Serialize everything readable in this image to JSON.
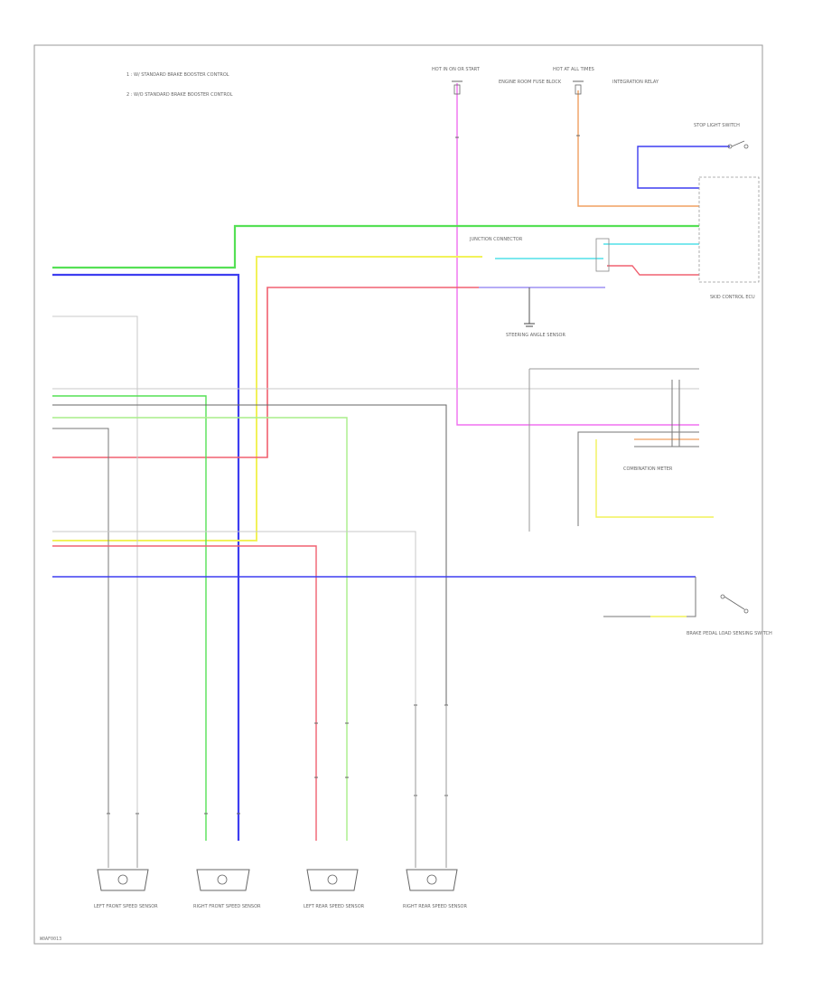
{
  "legend": [
    "1  : W/ STANDARD BRAKE BOOSTER CONTROL",
    "2  : W/O STANDARD BRAKE BOOSTER CONTROL"
  ],
  "footer_code": "W0AF0013",
  "fuse_labels": {
    "fuse1": "HOT IN ON OR START",
    "fuse2": "HOT AT ALL TIMES",
    "fuse1_desc": "ENGINE ROOM FUSE BLOCK",
    "fuse2_desc": "INTEGRATION RELAY"
  },
  "components": {
    "skid_ecu": "SKID CONTROL ECU",
    "lf_sensor": "LEFT FRONT SPEED SENSOR",
    "rf_sensor": "RIGHT FRONT SPEED SENSOR",
    "lr_sensor": "LEFT REAR SPEED SENSOR",
    "rr_sensor": "RIGHT REAR SPEED SENSOR",
    "stop_light": "STOP LIGHT SWITCH",
    "brake_pedal": "BRAKE PEDAL LOAD SENSING SWITCH",
    "combo_meter": "COMBINATION METER",
    "steering": "STEERING ANGLE SENSOR",
    "joint": "JUNCTION CONNECTOR"
  },
  "wire_colors": {
    "green": "#55e055",
    "blue": "#3d3df0",
    "yellow": "#f2f25a",
    "red": "#f06070",
    "pink": "#f070f0",
    "orange": "#f0a060",
    "cyan": "#50e0e8",
    "gray": "#b8b8b8",
    "black": "#555555",
    "lime": "#a8ee88"
  }
}
